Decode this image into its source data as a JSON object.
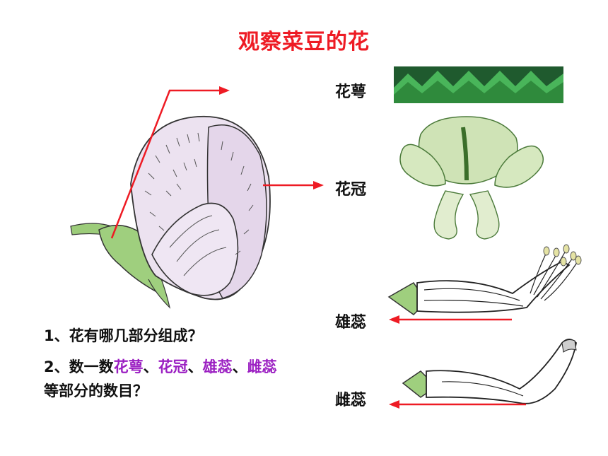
{
  "title": "观察菜豆的花",
  "labels": {
    "calyx": "花萼",
    "corolla": "花冠",
    "stamen": "雄蕊",
    "pistil": "雌蕊"
  },
  "questions": {
    "q1": "1、花有哪几部分组成？",
    "q2_prefix": "2、数一数",
    "q2_calyx": "花萼",
    "q2_sep1": "、",
    "q2_corolla": "花冠",
    "q2_sep2": "、",
    "q2_stamen": "雄蕊",
    "q2_sep3": "、",
    "q2_pistil": "雌蕊",
    "q2_suffix": "等部分的数目？"
  },
  "colors": {
    "title": "#ee1b24",
    "arrow": "#ee1b24",
    "highlight": "#9b1fc2",
    "calyx_green": "#2f8a3c",
    "petal": "#e9dcef"
  }
}
